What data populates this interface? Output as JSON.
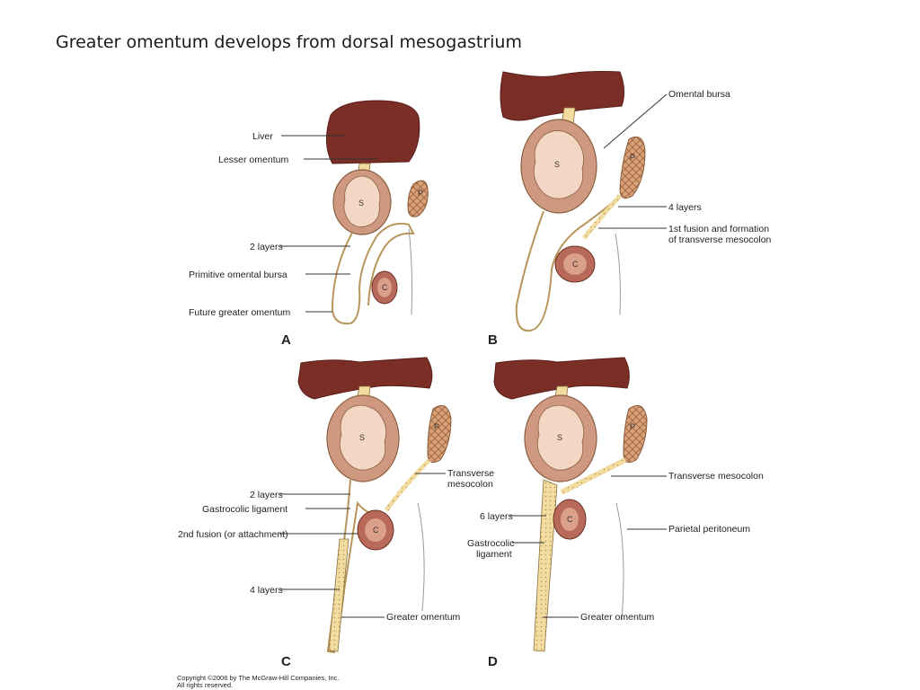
{
  "title": "Greater omentum develops from dorsal mesogastrium",
  "colors": {
    "liver": "#7a2e26",
    "stomach_wall": "#cf9880",
    "stomach_lumen": "#f4d6c4",
    "mesentery": "#f2dca0",
    "outline": "#8a7040",
    "leader": "#333333"
  },
  "panels": {
    "A": {
      "letter": "A",
      "labels": {
        "liver": "Liver",
        "lesser_omentum": "Lesser omentum",
        "two_layers": "2 layers",
        "primitive_bursa": "Primitive omental bursa",
        "future_omentum": "Future greater omentum"
      }
    },
    "B": {
      "letter": "B",
      "labels": {
        "omental_bursa": "Omental bursa",
        "four_layers": "4 layers",
        "first_fusion_1": "1st fusion and formation",
        "first_fusion_2": "of transverse mesocolon"
      }
    },
    "C": {
      "letter": "C",
      "labels": {
        "two_layers": "2 layers",
        "gastrocolic": "Gastrocolic ligament",
        "second_fusion": "2nd fusion (or attachment)",
        "four_layers": "4 layers",
        "transverse_1": "Transverse",
        "transverse_2": "mesocolon",
        "greater_omentum": "Greater omentum"
      }
    },
    "D": {
      "letter": "D",
      "labels": {
        "six_layers": "6 layers",
        "gastrocolic_1": "Gastrocolic",
        "gastrocolic_2": "ligament",
        "transverse": "Transverse mesocolon",
        "parietal": "Parietal peritoneum",
        "greater_omentum": "Greater omentum"
      }
    }
  },
  "organ_letters": {
    "stomach": "S",
    "pancreas": "P",
    "colon": "C"
  },
  "copyright": {
    "line1": "Copyright ©2006 by The McGraw-Hill Companies, Inc.",
    "line2": "All rights reserved."
  }
}
